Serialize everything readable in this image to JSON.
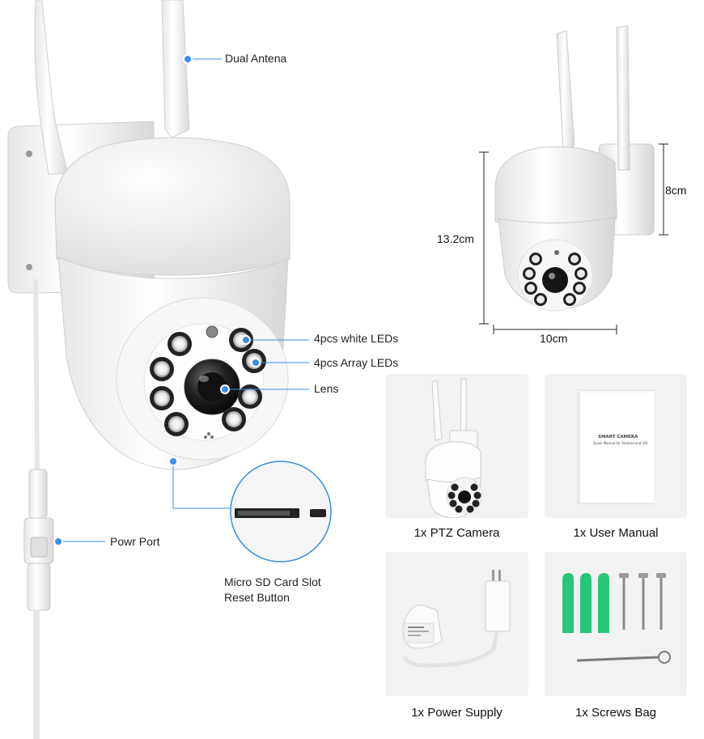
{
  "callouts": {
    "antenna": "Dual Antena",
    "white_leds": "4pcs white LEDs",
    "array_leds": "4pcs Array LEDs",
    "lens": "Lens",
    "power_port": "Powr Port",
    "sd_slot": "Micro SD Card Slot",
    "reset": "Reset Button"
  },
  "dimensions": {
    "height": "13.2cm",
    "head_height": "8cm",
    "width": "10cm"
  },
  "package": [
    {
      "label": "1x PTZ Camera"
    },
    {
      "label": "1x User Manual"
    },
    {
      "label": "1x Power Supply"
    },
    {
      "label": "1x Screws Bag"
    }
  ],
  "manual": {
    "title": "SMART CAMERA",
    "subtitle": "Quick Manual for Android and iOS"
  },
  "colors": {
    "callout_blue": "#3a8ee6",
    "tile_bg": "#f2f2f2",
    "anchor_green": "#27c77a"
  }
}
